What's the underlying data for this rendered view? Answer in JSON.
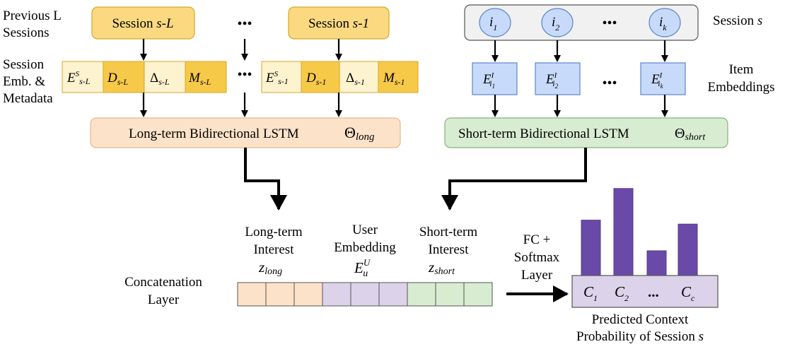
{
  "left_labels": {
    "previous_sessions": [
      "Previous L",
      "Sessions"
    ],
    "session_emb": [
      "Session",
      "Emb. &",
      "Metadata"
    ],
    "concat": [
      "Concatenation",
      "Layer"
    ]
  },
  "sessions": {
    "first": {
      "prefix": "Session ",
      "var": "s-L"
    },
    "last": {
      "prefix": "Session ",
      "var": "s-1"
    }
  },
  "ellipsis": "•••",
  "emb_groups": [
    {
      "E": "E",
      "Esup": "S",
      "Esub": "s-L",
      "D": "D",
      "Dsub": "s-L",
      "Delta": "Δ",
      "Deltasub": "s-L",
      "M": "M",
      "Msub": "s-L"
    },
    {
      "E": "E",
      "Esup": "S",
      "Esub": "s-1",
      "D": "D",
      "Dsub": "s-1",
      "Delta": "Δ",
      "Deltasub": "s-1",
      "M": "M",
      "Msub": "s-1"
    }
  ],
  "session_s": {
    "label": "Session ",
    "var": "s",
    "items": [
      {
        "var": "i",
        "sub": "1"
      },
      {
        "var": "i",
        "sub": "2"
      },
      {
        "var": "i",
        "sub": "k"
      }
    ]
  },
  "item_embeddings": {
    "label": [
      "Item",
      "Embeddings"
    ],
    "items": [
      {
        "var": "E",
        "sup": "I",
        "sub": "i",
        "subsub": "1"
      },
      {
        "var": "E",
        "sup": "I",
        "sub": "i",
        "subsub": "2"
      },
      {
        "var": "E",
        "sup": "I",
        "sub": "i",
        "subsub": "k"
      }
    ]
  },
  "lstm": {
    "long": {
      "label": "Long-term Bidirectional LSTM",
      "theta": "Θ",
      "theta_sub": "long"
    },
    "short": {
      "label": "Short-term Bidirectional LSTM",
      "theta": "Θ",
      "theta_sub": "short"
    }
  },
  "concat_labels": {
    "long": {
      "lines": [
        "Long-term",
        "Interest"
      ],
      "var": "z",
      "sub": "long"
    },
    "user": {
      "lines": [
        "User",
        "Embedding"
      ],
      "var": "E",
      "sup": "U",
      "sub": "u"
    },
    "short": {
      "lines": [
        "Short-term",
        "Interest"
      ],
      "var": "z",
      "sub": "short"
    }
  },
  "fc_label": [
    "FC +",
    "Softmax",
    "Layer"
  ],
  "output": {
    "classes": [
      {
        "var": "C",
        "sub": "1"
      },
      {
        "var": "C",
        "sub": "2"
      },
      {
        "var": "...",
        "sub": ""
      },
      {
        "var": "C",
        "sub": "c"
      }
    ],
    "bar_levels": [
      0.56,
      0.88,
      0.25,
      0.52
    ],
    "caption": [
      "Predicted Context",
      "Probability of Session "
    ],
    "caption_var": "s"
  },
  "colors": {
    "yellow": "#fbd981",
    "yellow_border": "#d6a72a",
    "yellow_dark": "#f7c948",
    "yellow_light": "#fdf3cf",
    "orange_light": "#fce2c8",
    "orange_border": "#e3b98c",
    "blue": "#c7dafa",
    "blue_border": "#5d86c7",
    "green_light": "#d7ecd1",
    "green_border": "#8ab07e",
    "purple_light": "#dcd3ea",
    "purple": "#6a4aa8",
    "purple_border": "#553a8c",
    "gray_box": "#f1f1f1"
  }
}
